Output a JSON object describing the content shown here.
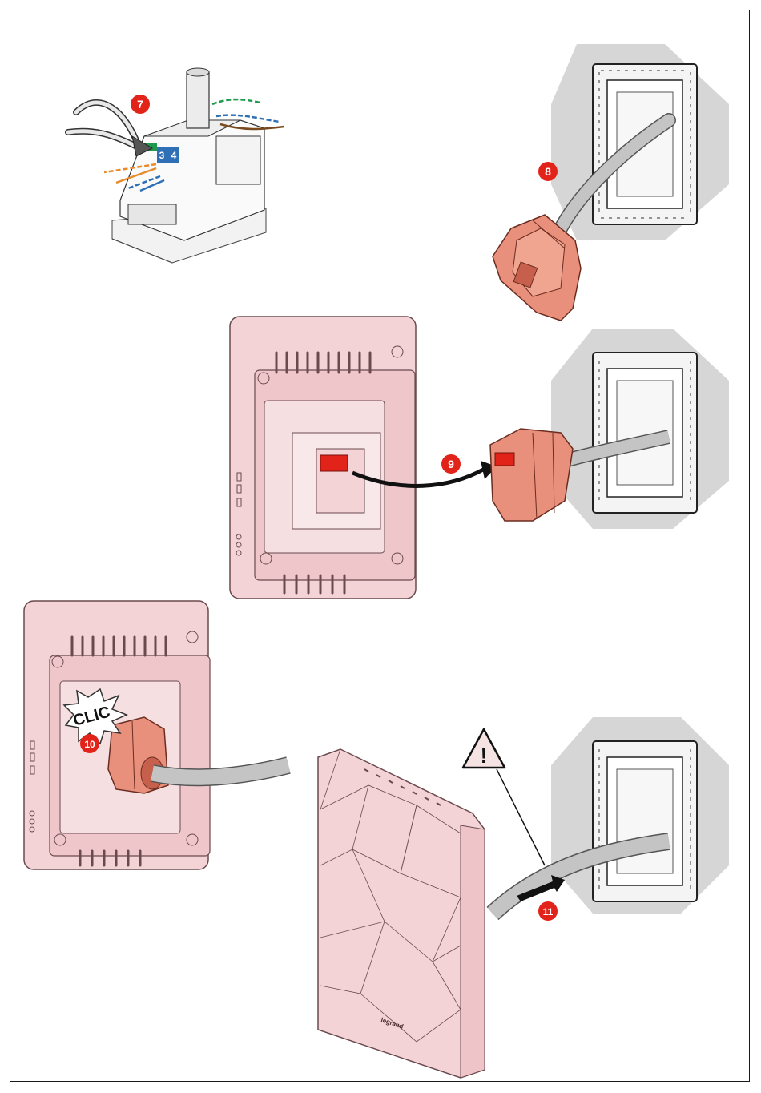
{
  "steps": [
    {
      "number": "7"
    },
    {
      "number": "8"
    },
    {
      "number": "9"
    },
    {
      "number": "10"
    },
    {
      "number": "11"
    }
  ],
  "clic_text": "CLIC",
  "warning_symbol": "!",
  "brand_text": "legrand",
  "terminal_labels": [
    "3",
    "4"
  ],
  "colors": {
    "badge": "#e2231a",
    "module": "#e8907c",
    "module_dark": "#c65f4c",
    "housing": "#f3d3d6",
    "housing_stroke": "#6a4a4e",
    "wall": "#d6d6d6",
    "cable": "#bdbdbd",
    "warning": "#f5e3e4",
    "blue": "#2e6fb5",
    "orange": "#e98a2a",
    "green": "#1e9a4c",
    "brown": "#7a4a1e"
  }
}
